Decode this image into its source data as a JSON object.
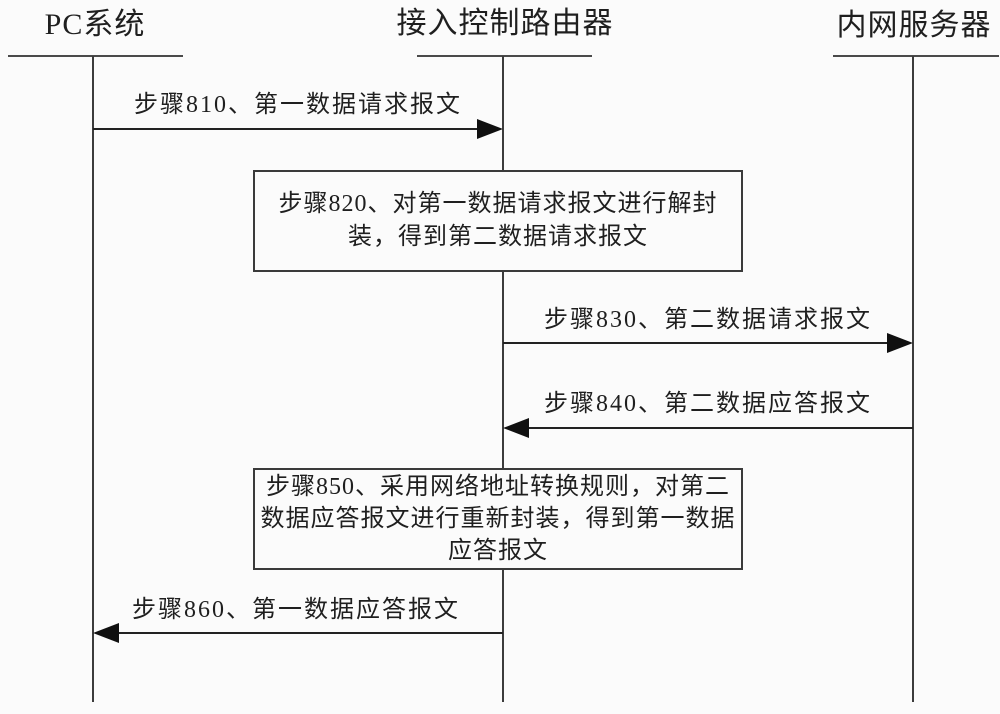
{
  "diagram": {
    "title": "NAT message-flow sequence diagram",
    "colors": {
      "ink": "#1f1f1f",
      "line": "#3c3c3c",
      "background": "#fbfbfb"
    },
    "actors": [
      {
        "label": "PC系统"
      },
      {
        "label": "接入控制路由器"
      },
      {
        "label": "内网服务器"
      }
    ],
    "messages": [
      {
        "step": "810",
        "label": "步骤810、第一数据请求报文",
        "from": "PC系统",
        "to": "接入控制路由器",
        "direction": "right"
      },
      {
        "step": "830",
        "label": "步骤830、第二数据请求报文",
        "from": "接入控制路由器",
        "to": "内网服务器",
        "direction": "right"
      },
      {
        "step": "840",
        "label": "步骤840、第二数据应答报文",
        "from": "内网服务器",
        "to": "接入控制路由器",
        "direction": "left"
      },
      {
        "step": "860",
        "label": "步骤860、第一数据应答报文",
        "from": "接入控制路由器",
        "to": "PC系统",
        "direction": "left"
      }
    ],
    "process_boxes": [
      {
        "step": "820",
        "actor": "接入控制路由器",
        "lines": [
          "步骤820、对第一数据请求报文进行解封",
          "装，得到第二数据请求报文"
        ]
      },
      {
        "step": "850",
        "actor": "接入控制路由器",
        "lines": [
          "步骤850、采用网络地址转换规则，对第二",
          "数据应答报文进行重新封装，得到第一数据",
          "应答报文"
        ]
      }
    ]
  }
}
